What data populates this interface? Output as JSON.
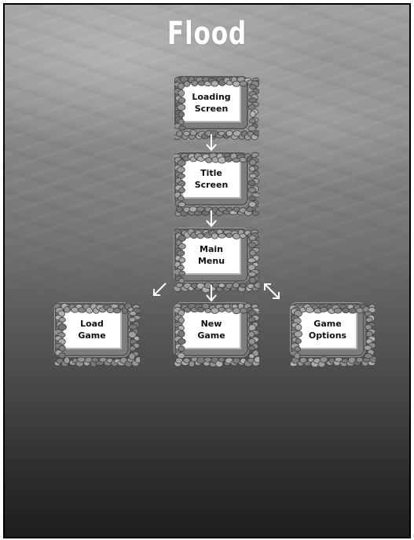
{
  "diagram": {
    "title": "Flood",
    "nodes": {
      "loading_screen": "Loading\nScreen",
      "title_screen": "Title\nScreen",
      "main_menu": "Main\nMenu",
      "load_game": "Load\nGame",
      "new_game": "New\nGame",
      "game_options": "Game\nOptions"
    },
    "edges": [
      {
        "from": "loading_screen",
        "to": "title_screen",
        "style": "one-way"
      },
      {
        "from": "title_screen",
        "to": "main_menu",
        "style": "one-way"
      },
      {
        "from": "main_menu",
        "to": "load_game",
        "style": "one-way"
      },
      {
        "from": "main_menu",
        "to": "new_game",
        "style": "one-way"
      },
      {
        "from": "main_menu",
        "to": "game_options",
        "style": "two-way"
      }
    ],
    "colors": {
      "title_text": "#ffffff",
      "node_fill": "#ffffff",
      "node_border": "#7d7d7d",
      "arrow": "#ffffff"
    }
  }
}
